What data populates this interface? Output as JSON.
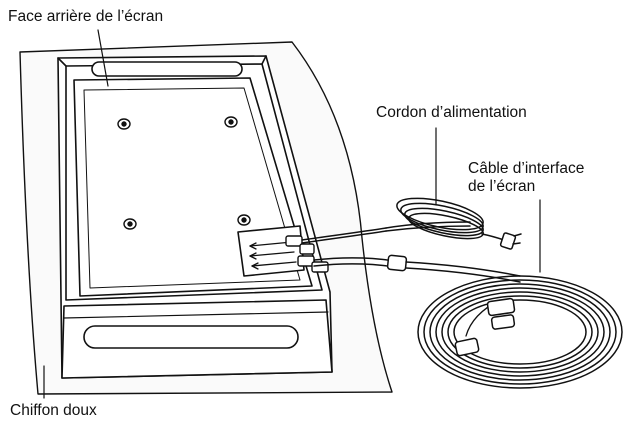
{
  "labels": {
    "screen_back": "Face arrière de l’écran",
    "power_cord": "Cordon d’alimentation",
    "interface_cable_line1": "Câble d’interface",
    "interface_cable_line2": "de l’écran",
    "soft_cloth": "Chiffon doux"
  }
}
